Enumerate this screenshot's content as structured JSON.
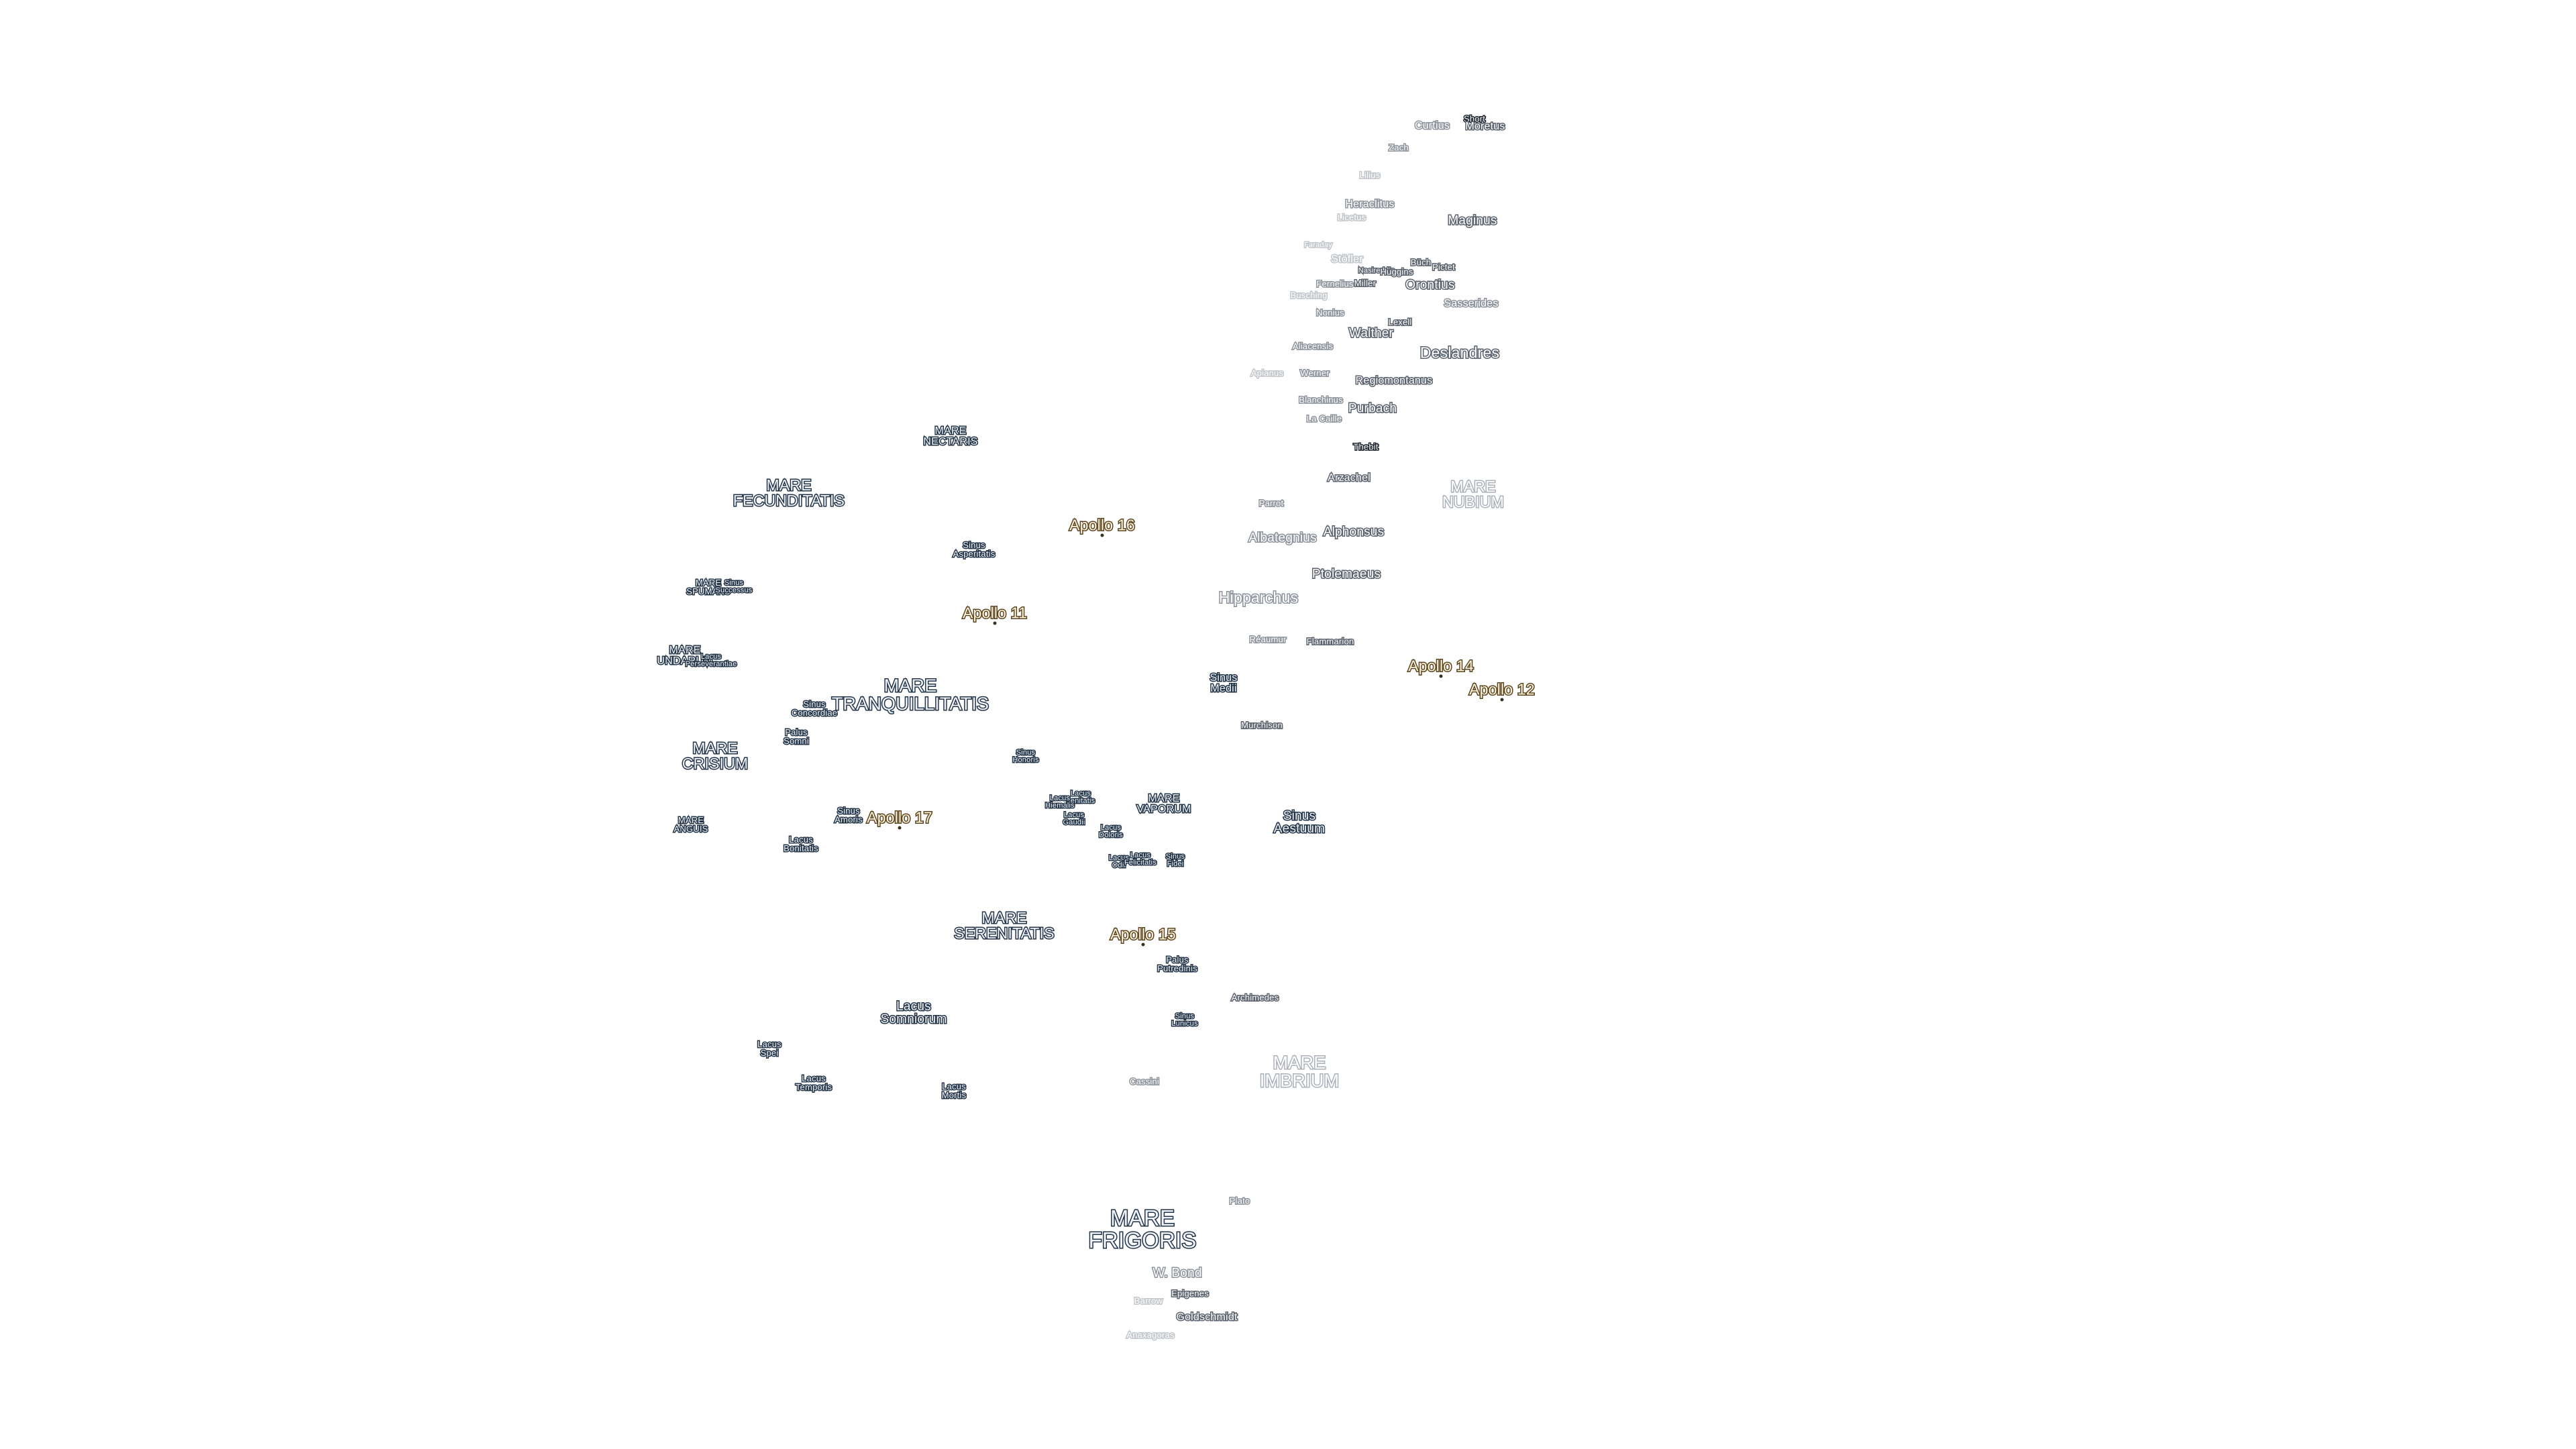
{
  "features": {
    "curtius": "Curtius",
    "short": "Short",
    "moretus": "Moretus",
    "zach": "Zach",
    "lilius": "Lilius",
    "heraclitus": "Heraclitus",
    "licetus": "Licetus",
    "maginus": "Maginus",
    "stofler": "Stöfler",
    "fernelius": "Fernelius",
    "faraday": "Faraday",
    "buch": "Büch",
    "busching": "Busching",
    "miller": "Miller",
    "nasireddin": "Nasireddin",
    "huggins": "Huggins",
    "pictet": "Pictet",
    "orontius": "Orontius",
    "sasserides": "Sasserides",
    "nonius": "Nonius",
    "lexell": "Lexell",
    "walther": "Walther",
    "aliacensis": "Aliacensis",
    "deslandres": "Deslandres",
    "apianus": "Apianus",
    "werner": "Werner",
    "regiomontanus": "Regiomontanus",
    "blanchinus": "Blanchinus",
    "purbach": "Purbach",
    "la_caille": "La Caille",
    "thebit": "Thebit",
    "arzachel": "Arzachel",
    "mare_nubium": "MARE\nNUBIUM",
    "parrot": "Parrot",
    "albategnius": "Albategnius",
    "alphonsus": "Alphonsus",
    "ptolemaeus": "Ptolemaeus",
    "hipparchus": "Hipparchus",
    "reaumur": "Réaumur",
    "flammarion": "Flammarion",
    "sinus_medii": "Sinus\nMedii",
    "murchison": "Murchison",
    "mare_nectaris": "MARE\nNECTARIS",
    "mare_fecunditatis": "MARE\nFECUNDITATIS",
    "sinus_asperitatis": "Sinus\nAsperitatis",
    "mare_spumans": "MARE\nSPUMANS",
    "sinus_successus": "Sinus\nSuccessus",
    "mare_undarum": "MARE\nUNDARUM",
    "lacus_perseverantiae": "Lacus\nPerseverantiae",
    "mare_tranquillitatis": "MARE\nTRANQUILLITATIS",
    "sinus_concordiae": "Sinus\nConcordiae",
    "palus_somni": "Palus\nSomni",
    "mare_crisium": "MARE\nCRISIUM",
    "sinus_honoris": "Sinus\nHonoris",
    "sinus_amoris": "Sinus\nAmoris",
    "mare_anguis": "MARE\nANGUIS",
    "lacus_bonitatis": "Lacus\nBonitatis",
    "lacus_lenitatis": "Lacus\nLenitatis",
    "lacus_hiemalis": "Lacus\nHiemalis",
    "lacus_gaudii": "Lacus\nGaudii",
    "lacus_doloris": "Lacus\nDoloris",
    "mare_vaporum": "MARE\nVAPORUM",
    "sinus_aestuum": "Sinus\nAestuum",
    "lacus_odii": "Lacus\nOdii",
    "lacus_felicitatis": "Lacus\nFelicitatis",
    "sinus_fidei": "Sinus\nFidei",
    "mare_serenitatis": "MARE\nSERENITATIS",
    "palus_putredinis": "Palus\nPutredinis",
    "archimedes": "Archimedes",
    "sinus_lunicus": "Sinus\nLunicus",
    "lacus_somniorum": "Lacus\nSomniorum",
    "lacus_spei": "Lacus\nSpei",
    "lacus_temporis": "Lacus\nTemporis",
    "lacus_mortis": "Lacus\nMortis",
    "cassini": "Cassini",
    "mare_imbrium": "MARE\nIMBRIUM",
    "plato": "Plato",
    "mare_frigoris": "MARE\nFRIGORIS",
    "w_bond": "W. Bond",
    "epigenes": "Epigenes",
    "barrow": "Barrow",
    "goldschmidt": "Goldschmidt",
    "anaxagoras": "Anaxagoras"
  },
  "apollo": {
    "apollo_16": "Apollo 16",
    "apollo_11": "Apollo 11",
    "apollo_14": "Apollo 14",
    "apollo_12": "Apollo 12",
    "apollo_17": "Apollo 17",
    "apollo_15": "Apollo 15"
  }
}
